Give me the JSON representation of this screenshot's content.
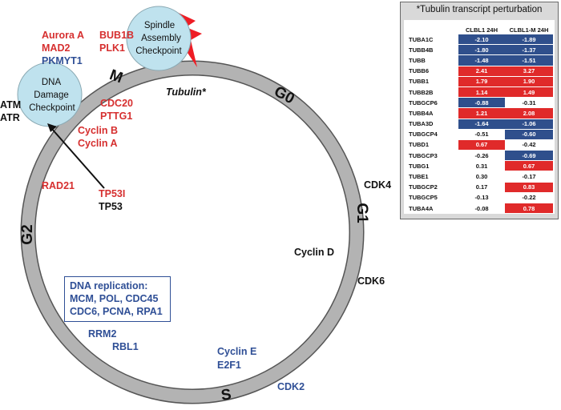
{
  "phases": {
    "m": "M",
    "g0": "G0",
    "g1": "G1",
    "g2": "G2",
    "s": "S"
  },
  "checkpoints": {
    "spindle": [
      "Spindle",
      "Assembly",
      "Checkpoint"
    ],
    "dna": [
      "DNA",
      "Damage",
      "Checkpoint"
    ]
  },
  "labels": {
    "aurora_a": "Aurora A",
    "mad2": "MAD2",
    "pkmyt1": "PKMYT1",
    "bub1b": "BUB1B",
    "plk1": "PLK1",
    "tubulin": "Tubulin*",
    "atm": "ATM",
    "atr": "ATR",
    "cdc20": "CDC20",
    "pttg1": "PTTG1",
    "cyclin_b": "Cyclin B",
    "cyclin_a": "Cyclin A",
    "rad21": "RAD21",
    "tp53i": "TP53I",
    "tp53": "TP53",
    "cdk4": "CDK4",
    "cyclin_d": "Cyclin D",
    "cdk6": "CDK6",
    "rrm2": "RRM2",
    "rbl1": "RBL1",
    "cyclin_e": "Cyclin E",
    "e2f1": "E2F1",
    "cdk2": "CDK2"
  },
  "dna_replication": {
    "title": "DNA replication:",
    "line1": "MCM, POL, CDC45",
    "line2": "CDC6, PCNA, RPA1"
  },
  "tubulin_panel": {
    "title": "*Tubulin transcript perturbation",
    "col1": "CLBL1 24H",
    "col2": "CLBL1-M 24H",
    "rows": [
      {
        "gene": "TUBA1C",
        "v1": "-2.10",
        "v2": "-1.89"
      },
      {
        "gene": "TUBB4B",
        "v1": "-1.80",
        "v2": "-1.37"
      },
      {
        "gene": "TUBB",
        "v1": "-1.48",
        "v2": "-1.51"
      },
      {
        "gene": "TUBB6",
        "v1": "2.41",
        "v2": "3.27"
      },
      {
        "gene": "TUBB1",
        "v1": "1.79",
        "v2": "1.90"
      },
      {
        "gene": "TUBB2B",
        "v1": "1.14",
        "v2": "1.49"
      },
      {
        "gene": "TUBGCP6",
        "v1": "-0.88",
        "v2": "-0.31"
      },
      {
        "gene": "TUBB4A",
        "v1": "1.21",
        "v2": "2.08"
      },
      {
        "gene": "TUBA3D",
        "v1": "-1.64",
        "v2": "-1.06"
      },
      {
        "gene": "TUBGCP4",
        "v1": "-0.51",
        "v2": "-0.60"
      },
      {
        "gene": "TUBD1",
        "v1": "0.67",
        "v2": "-0.42"
      },
      {
        "gene": "TUBGCP3",
        "v1": "-0.26",
        "v2": "-0.69"
      },
      {
        "gene": "TUBG1",
        "v1": "0.31",
        "v2": "0.67"
      },
      {
        "gene": "TUBE1",
        "v1": "0.30",
        "v2": "-0.17"
      },
      {
        "gene": "TUBGCP2",
        "v1": "0.17",
        "v2": "0.83"
      },
      {
        "gene": "TUBGCP5",
        "v1": "-0.13",
        "v2": "-0.22"
      },
      {
        "gene": "TUBA4A",
        "v1": "-0.08",
        "v2": "0.78"
      }
    ],
    "colors": {
      "up": "#e02a2a",
      "down": "#2f4f8c",
      "neutral": "#ffffff"
    }
  },
  "colors": {
    "red_label": "#d62f2f",
    "blue_label": "#2f4f96",
    "ring": "#b3b3b3",
    "bubble": "#bfe2ee",
    "bolt": "#ee1c24"
  }
}
